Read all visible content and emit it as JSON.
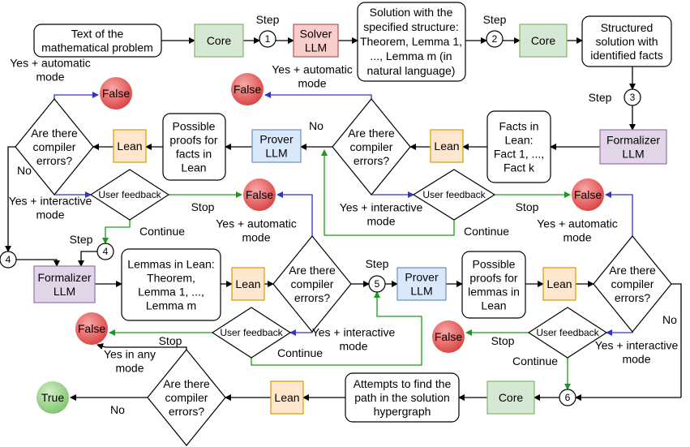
{
  "boxes": {
    "problem": [
      "Text of the",
      "mathematical problem"
    ],
    "solution": [
      "Solution with the",
      "specified structure:",
      "Theorem, Lemma 1,",
      "..., Lemma m (in",
      "natural language)"
    ],
    "structured": [
      "Structured",
      "solution with",
      "identified facts"
    ],
    "facts": [
      "Facts in",
      "Lean:",
      "Fact 1, ...,",
      "Fact k"
    ],
    "proofs_facts": [
      "Possible",
      "proofs for",
      "facts in",
      "Lean"
    ],
    "lemmas": [
      "Lemmas in Lean:",
      "Theorem,",
      "Lemma 1, ...,",
      "Lemma m"
    ],
    "proofs_lemmas": [
      "Possible",
      "proofs for",
      "lemmas in",
      "Lean"
    ],
    "attempts": [
      "Attempts to find the",
      "path in the solution",
      "hypergraph"
    ]
  },
  "labels": {
    "core": "Core",
    "solver": [
      "Solver",
      "LLM"
    ],
    "formalizer": [
      "Formalizer",
      "LLM"
    ],
    "prover": [
      "Prover",
      "LLM"
    ],
    "lean": "Lean",
    "decision": [
      "Are there",
      "compiler",
      "errors?"
    ],
    "user_feedback": "User feedback",
    "false": "False",
    "true": "True",
    "step": "Step",
    "no": "No",
    "stop": "Stop",
    "continue": "Continue",
    "yes_auto": [
      "Yes + automatic",
      "mode"
    ],
    "yes_inter": [
      "Yes + interactive",
      "mode"
    ],
    "yes_any": [
      "Yes in any",
      "mode"
    ],
    "steps": [
      "1",
      "2",
      "3",
      "4",
      "5",
      "6"
    ]
  },
  "colors": {
    "core_fill": "#d5e8d4",
    "core_stroke": "#82b366",
    "solver_fill": "#f8cecc",
    "solver_stroke": "#b85450",
    "formalizer_fill": "#e1d5e7",
    "formalizer_stroke": "#9673a6",
    "prover_fill": "#dae8fc",
    "prover_stroke": "#6c8ebf",
    "lean_fill": "#ffe6cc",
    "lean_stroke": "#d79b00",
    "false_fill": "#e05555",
    "true_fill": "#8fce7a",
    "blue": "#3333cc",
    "green": "#1a9a1a"
  }
}
